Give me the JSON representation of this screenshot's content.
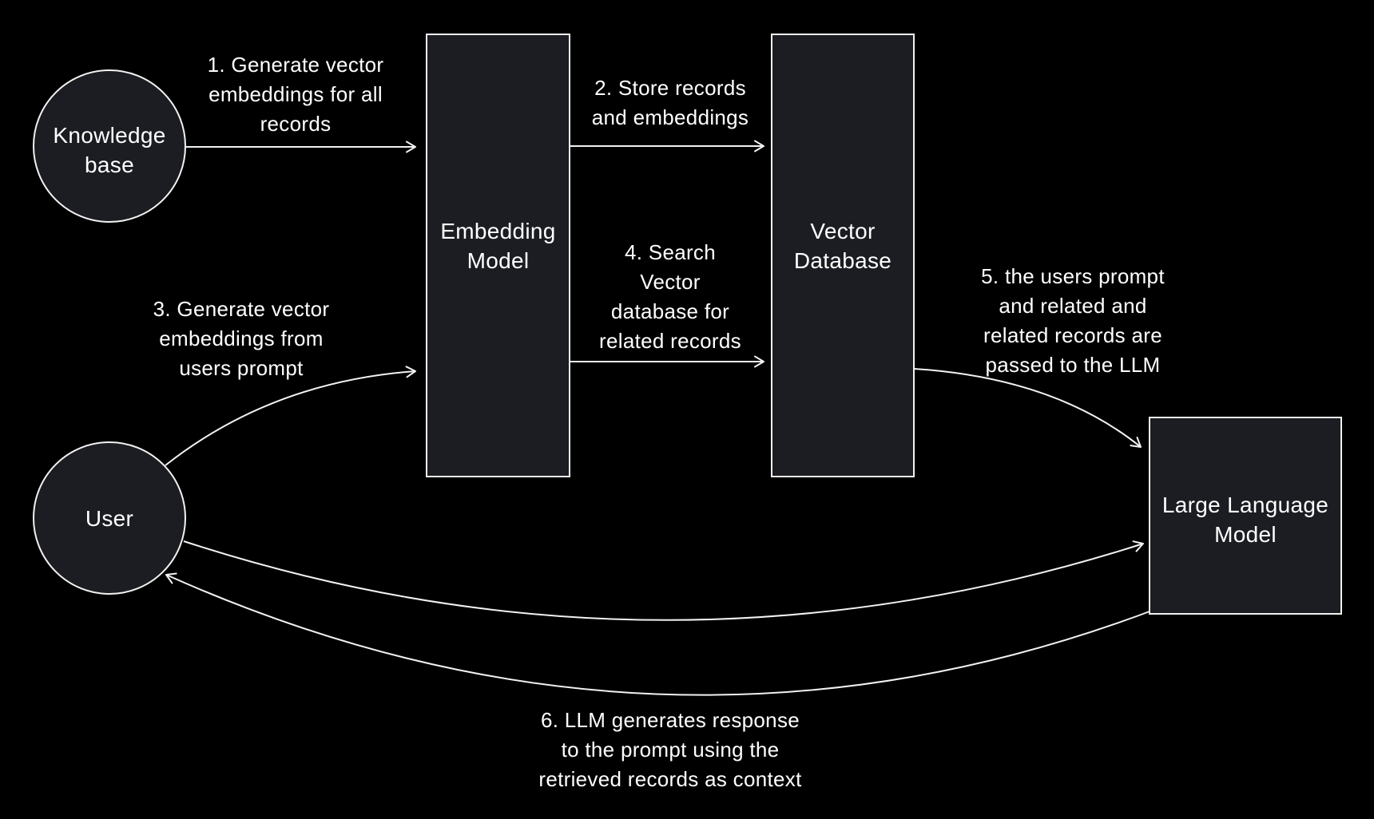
{
  "colors": {
    "background": "#000000",
    "node_fill": "#1b1d22",
    "line": "#f2f2f2",
    "text": "#ffffff"
  },
  "nodes": {
    "knowledge_base": {
      "shape": "circle",
      "label": "Knowledge base",
      "lines": [
        "Knowledge",
        "base"
      ]
    },
    "user": {
      "shape": "circle",
      "label": "User",
      "lines": [
        "User"
      ]
    },
    "embedding_model": {
      "shape": "rect",
      "label": "Embedding Model",
      "lines": [
        "Embedding",
        "Model"
      ]
    },
    "vector_database": {
      "shape": "rect",
      "label": "Vector Database",
      "lines": [
        "Vector",
        "Database"
      ]
    },
    "llm": {
      "shape": "rect",
      "label": "Large Language Model",
      "lines": [
        "Large Language",
        "Model"
      ]
    }
  },
  "steps": [
    {
      "from": "knowledge_base",
      "to": "embedding_model",
      "lines": [
        "1. Generate vector",
        "embeddings for all",
        "records"
      ]
    },
    {
      "from": "embedding_model",
      "to": "vector_database",
      "lines": [
        "2. Store records",
        "and embeddings"
      ]
    },
    {
      "from": "user",
      "to": "embedding_model",
      "lines": [
        "3. Generate vector",
        "embeddings from",
        "users prompt"
      ]
    },
    {
      "from": "embedding_model",
      "to": "vector_database",
      "lines": [
        "4. Search",
        "Vector",
        "database for",
        "related records"
      ]
    },
    {
      "from": "vector_database",
      "to": "llm",
      "lines": [
        "5. the users prompt",
        "and related and",
        "related records are",
        "passed to the LLM"
      ]
    },
    {
      "from": "llm",
      "to": "user",
      "lines": [
        "6. LLM generates response",
        "to the prompt using the",
        "retrieved records as context"
      ]
    }
  ],
  "extra_edges": [
    {
      "from": "user",
      "to": "llm"
    }
  ]
}
